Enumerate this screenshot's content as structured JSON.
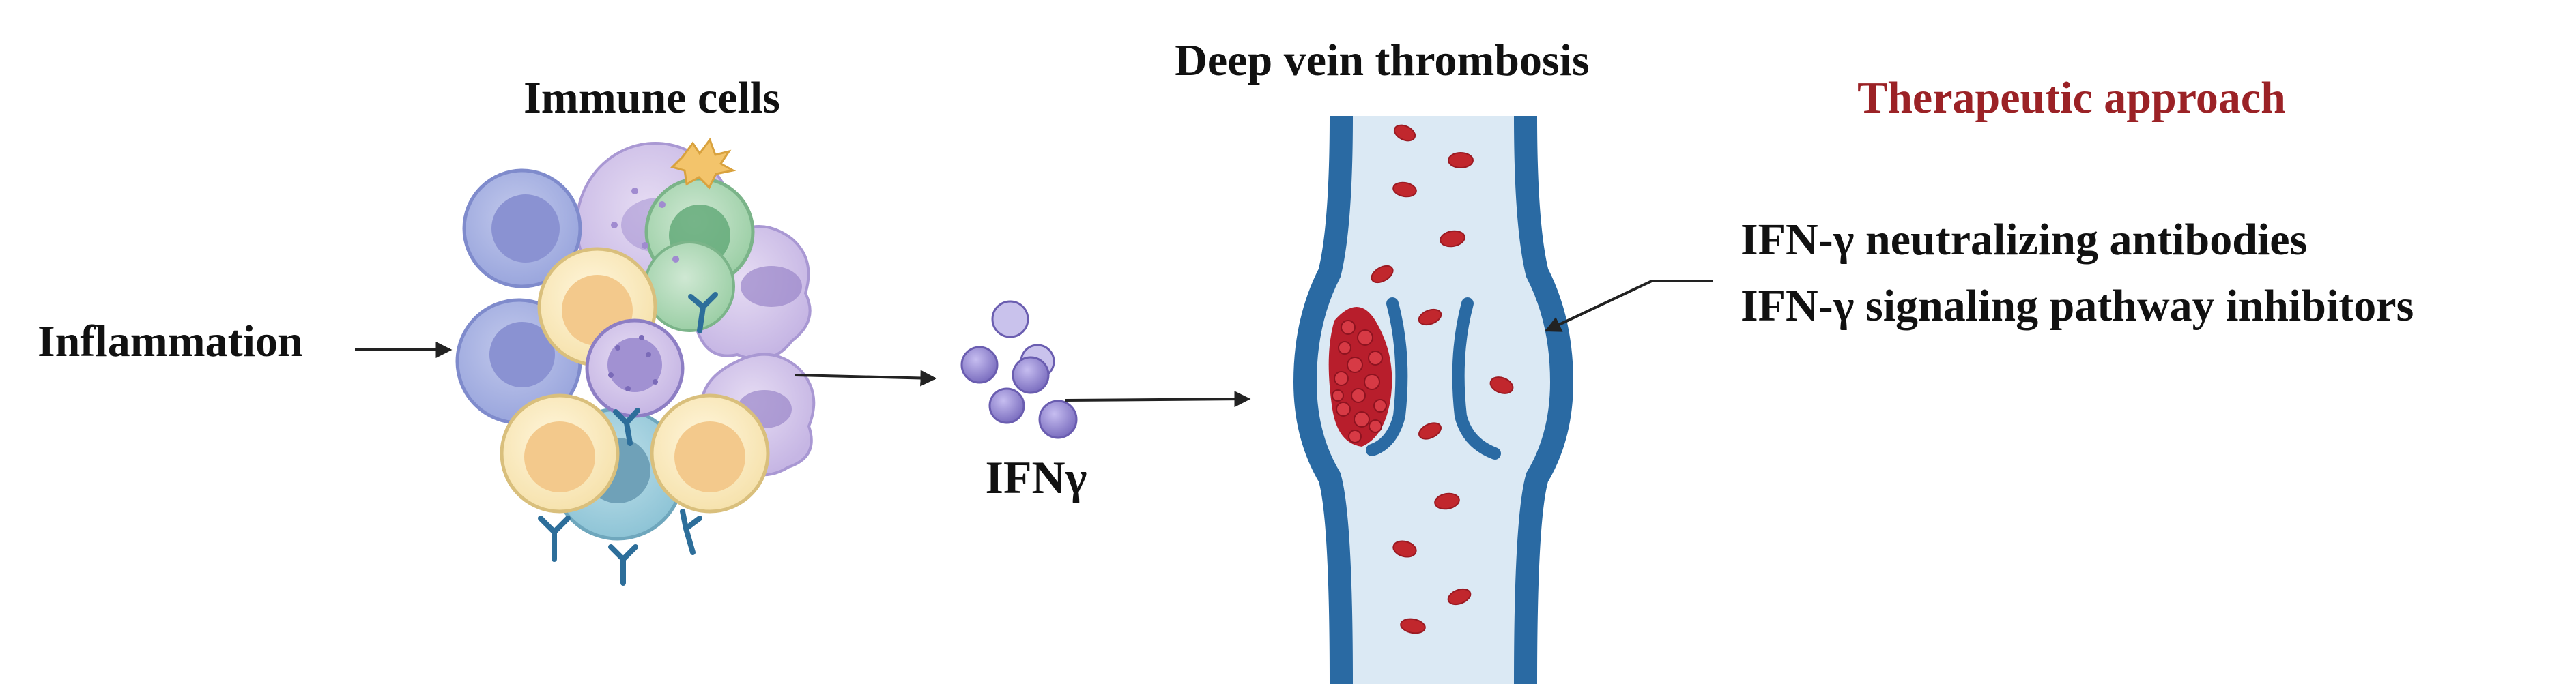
{
  "labels": {
    "inflammation": "Inflammation",
    "immune_cells": "Immune cells",
    "ifn": "IFNγ",
    "dvt": "Deep vein thrombosis",
    "therapeutic": "Therapeutic approach",
    "therapy_items": [
      "IFN-γ neutralizing antibodies",
      "IFN-γ signaling pathway inhibitors"
    ]
  },
  "colors": {
    "text": "#111111",
    "therapeutic_heading": "#9b2226",
    "vessel_wall": "#2a6aa3",
    "vessel_lumen": "#dbe9f4",
    "red_cell": "#c1272d",
    "clot": "#b81e2c",
    "ifn_particle": "#8f82c9",
    "arrow": "#222222"
  }
}
